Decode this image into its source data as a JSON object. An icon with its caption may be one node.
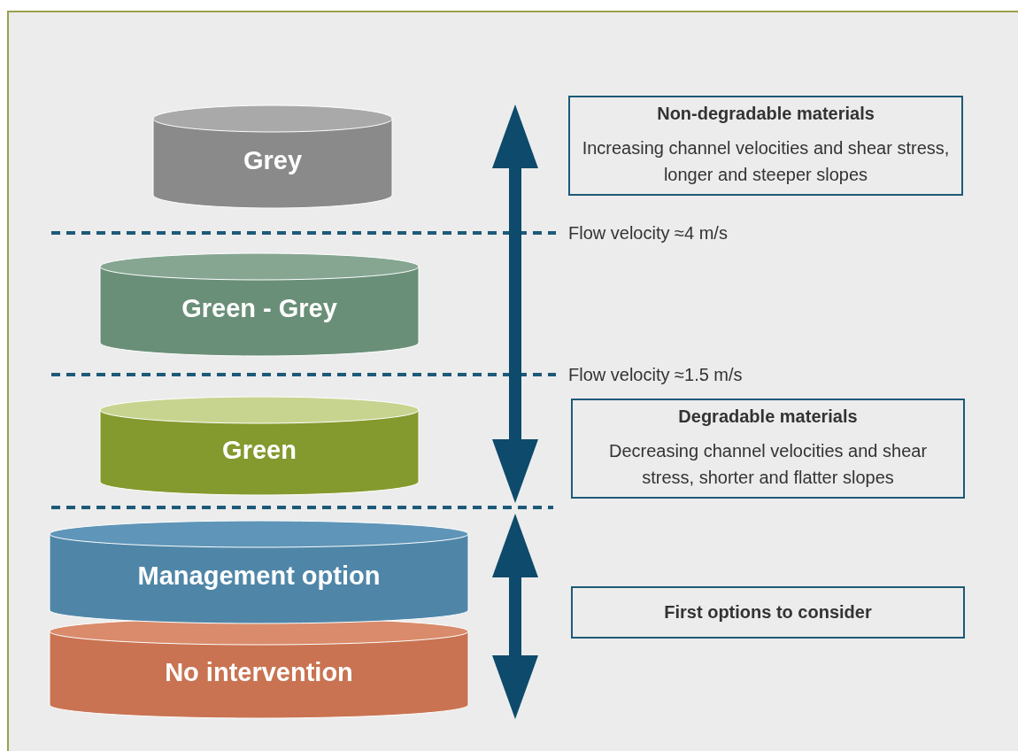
{
  "diagram": {
    "nodes": [
      {
        "text": [
          "Grey"
        ]
      },
      {
        "text": [
          "Green - Grey"
        ]
      },
      {
        "text": [
          "Green"
        ]
      },
      {
        "text": [
          "Management option"
        ]
      },
      {
        "text": [
          "No intervention"
        ]
      },
      {
        "text": [
          "Non-degradable materials",
          "Increasing channel velocities and shear stress, longer and steeper slopes"
        ]
      },
      {
        "text": [
          "Degradable materials",
          "Decreasing channel velocities and shear stress, shorter and flatter slopes"
        ]
      },
      {
        "text": [
          "First options to consider"
        ]
      }
    ],
    "labels": [
      "Flow velocity ≈4 m/s",
      "Flow velocity ≈1.5 m/s"
    ]
  }
}
